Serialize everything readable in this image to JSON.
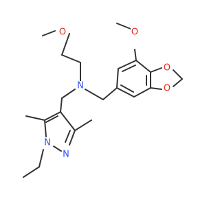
{
  "molecule": {
    "atoms": [
      {
        "id": "o-methoxyethyl",
        "text": "O",
        "color": "#e8281e"
      },
      {
        "id": "n-amine",
        "text": "N",
        "color": "#3050f8"
      },
      {
        "id": "o-methoxy-ring",
        "text": "O",
        "color": "#e8281e"
      },
      {
        "id": "o-dioxole-top",
        "text": "O",
        "color": "#e8281e"
      },
      {
        "id": "o-dioxole-bottom",
        "text": "O",
        "color": "#e8281e"
      },
      {
        "id": "n-pyrazole-2",
        "text": "N",
        "color": "#3050f8"
      },
      {
        "id": "n-pyrazole-1",
        "text": "N",
        "color": "#3050f8"
      }
    ],
    "bond_color": "#333333"
  }
}
